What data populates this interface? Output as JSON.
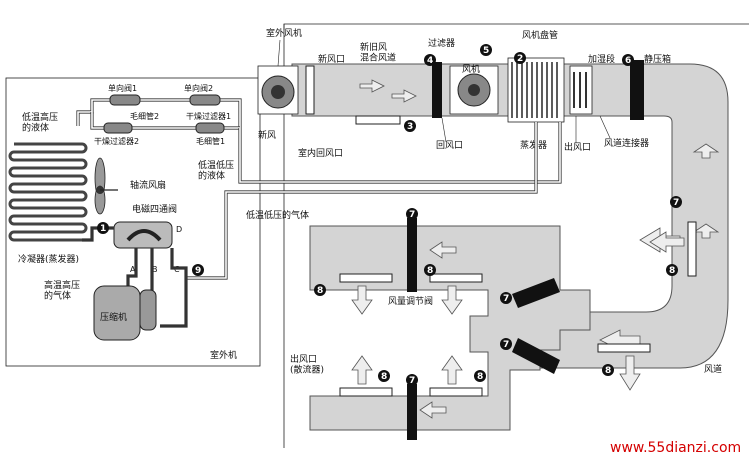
{
  "labels": {
    "outdoor_fan": "室外风机",
    "fresh_air_inlet": "新风口",
    "mixing_duct": "新旧风\n混合风道",
    "filter": "过滤器",
    "fan": "风机",
    "fan_coil": "风机盘管",
    "humidifier": "加湿段",
    "static_box": "静压箱",
    "check_valve_1": "单向阀1",
    "check_valve_2": "单向阀2",
    "cap_tube_2": "毛细管2",
    "dry_filter_1": "干燥过滤器1",
    "dry_filter_2": "干燥过滤器2",
    "cap_tube_1": "毛细管1",
    "lthp_liquid": "低温高压\n的液体",
    "fresh_air": "新风",
    "indoor_return": "室内回风口",
    "return_port": "回风口",
    "evaporator": "蒸发器",
    "outlet_port": "出风口",
    "duct_connector": "风道连接器",
    "ltlp_liquid": "低温低压\n的液体",
    "axial_fan": "轴流风扇",
    "solenoid_valve": "电磁四通阀",
    "ltlp_gas": "低温低压的气体",
    "condenser": "冷凝器(蒸发器)",
    "hthp_gas": "高温高压\n的气体",
    "compressor": "压缩机",
    "outdoor_unit": "室外机",
    "damper": "风量调节阀",
    "diffuser": "出风口\n(散流器)",
    "air_duct": "风道",
    "port_a": "A",
    "port_b": "B",
    "port_c": "C",
    "port_d": "D"
  },
  "markers": [
    "1",
    "2",
    "3",
    "4",
    "5",
    "6",
    "7",
    "8",
    "9"
  ],
  "watermark": "www.55dianzi.com",
  "colors": {
    "duct": "#d4d4d4",
    "marker": "#111111",
    "watermark": "#d40000"
  }
}
